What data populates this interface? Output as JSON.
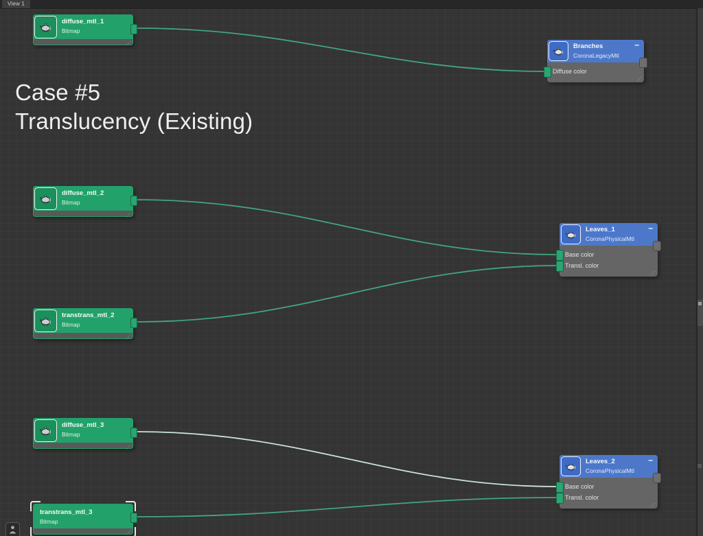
{
  "tab_bar": {
    "active_tab": "View 1"
  },
  "annotation": {
    "line1": "Case #5",
    "line2": "Translucency (Existing)"
  },
  "nodes": {
    "map": [
      {
        "title": "diffuse_mtl_1",
        "subtitle": "Bitmap"
      },
      {
        "title": "diffuse_mtl_2",
        "subtitle": "Bitmap"
      },
      {
        "title": "transtrans_mtl_2",
        "subtitle": "Bitmap"
      },
      {
        "title": "diffuse_mtl_3",
        "subtitle": "Bitmap"
      },
      {
        "title": "transtrans_mtl_3",
        "subtitle": "Bitmap",
        "selected": "true"
      }
    ],
    "materials": [
      {
        "title": "Branches",
        "subtitle": "CoronaLegacyMtl",
        "slots": [
          "Diffuse color"
        ]
      },
      {
        "title": "Leaves_1",
        "subtitle": "CoronaPhysicalMtl",
        "slots": [
          "Base color",
          "Transl. color"
        ]
      },
      {
        "title": "Leaves_2",
        "subtitle": "CoronaPhysicalMtl",
        "slots": [
          "Base color",
          "Transl. color"
        ]
      }
    ]
  },
  "connections": [
    {
      "from": "diffuse_mtl_1",
      "to": "Branches.Diffuse color"
    },
    {
      "from": "diffuse_mtl_2",
      "to": "Leaves_1.Base color"
    },
    {
      "from": "transtrans_mtl_2",
      "to": "Leaves_1.Transl. color"
    },
    {
      "from": "diffuse_mtl_3",
      "to": "Leaves_2.Base color"
    },
    {
      "from": "transtrans_mtl_3",
      "to": "Leaves_2.Transl. color"
    }
  ],
  "icons": {
    "map_node_icon": "teapot-icon",
    "material_node_icon": "teapot-icon",
    "collapse_glyph": "–",
    "resize_grip_glyph": "⋰",
    "bottom_left_icon": "person-icon"
  },
  "colors": {
    "background": "#343434",
    "node_green": "#23a16a",
    "node_green_dark": "#1b8f5c",
    "material_blue": "#4d78ca",
    "body_gray": "#656565",
    "socket_green": "#2ba571",
    "wire_green": "#43a67d",
    "wire_pale": "#cbe4d7"
  }
}
